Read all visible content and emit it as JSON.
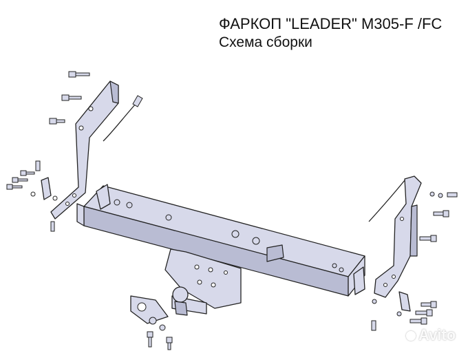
{
  "header": {
    "title": "ФАРКОП \"LEADER\" M305-F /FC",
    "subtitle": "Схема сборки"
  },
  "watermark": {
    "text": "Avito",
    "icon": "avito-logo-icon"
  },
  "colors": {
    "part_fill": "#d7d9ea",
    "outline": "#222222",
    "background": "#ffffff"
  }
}
